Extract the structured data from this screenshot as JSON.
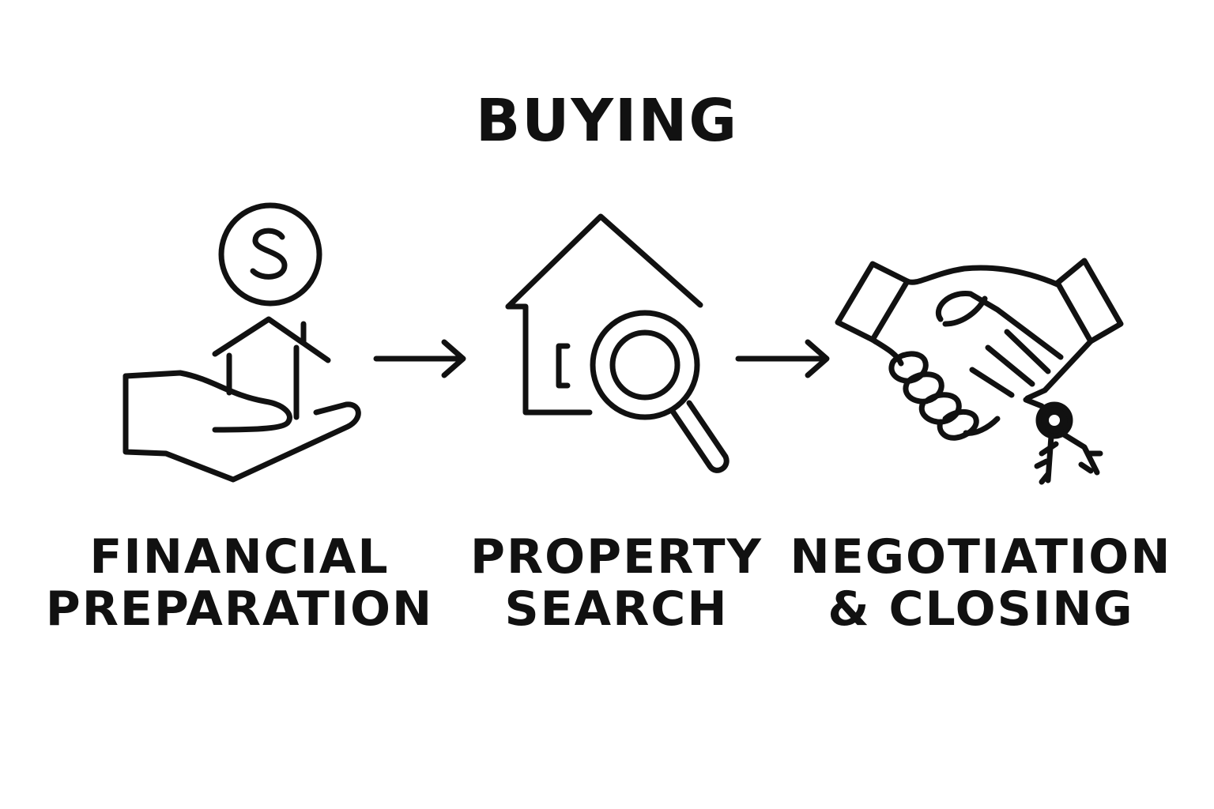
{
  "title": "BUYING",
  "steps": [
    {
      "line1": "FINANCIAL",
      "line2": "PREPARATION",
      "icon": "hand-holding-house-dollar-icon"
    },
    {
      "line1": "PROPERTY",
      "line2": "SEARCH",
      "icon": "house-magnifying-glass-icon"
    },
    {
      "line1": "NEGOTIATION",
      "line2": "& CLOSING",
      "icon": "handshake-key-icon"
    }
  ],
  "connectors": [
    "right-arrow-icon",
    "right-arrow-icon"
  ],
  "colors": {
    "ink": "#111111",
    "background": "#ffffff"
  }
}
